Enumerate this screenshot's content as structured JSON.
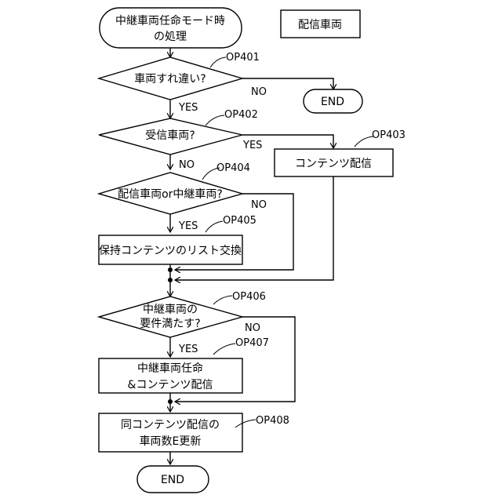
{
  "flow": {
    "start": {
      "line1": "中継車両任命モード時",
      "line2": "の処理"
    },
    "role_label": "配信車両",
    "op401": {
      "step": "OP401",
      "text": "車両すれ違い?",
      "no": "NO",
      "yes": "YES"
    },
    "end_top": "END",
    "op402": {
      "step": "OP402",
      "text": "受信車両?",
      "yes": "YES",
      "no": "NO"
    },
    "op403": {
      "step": "OP403",
      "text": "コンテンツ配信"
    },
    "op404": {
      "step": "OP404",
      "text": "配信車両or中継車両?",
      "no": "NO",
      "yes": "YES"
    },
    "op405": {
      "step": "OP405",
      "text": "保持コンテンツのリスト交換"
    },
    "op406": {
      "step": "OP406",
      "line1": "中継車両の",
      "line2": "要件満たす?",
      "no": "NO",
      "yes": "YES"
    },
    "op407": {
      "step": "OP407",
      "line1": "中継車両任命",
      "line2": "&コンテンツ配信"
    },
    "op408": {
      "step": "OP408",
      "line1": "同コンテンツ配信の",
      "line2": "車両数E更新"
    },
    "end_bottom": "END"
  }
}
